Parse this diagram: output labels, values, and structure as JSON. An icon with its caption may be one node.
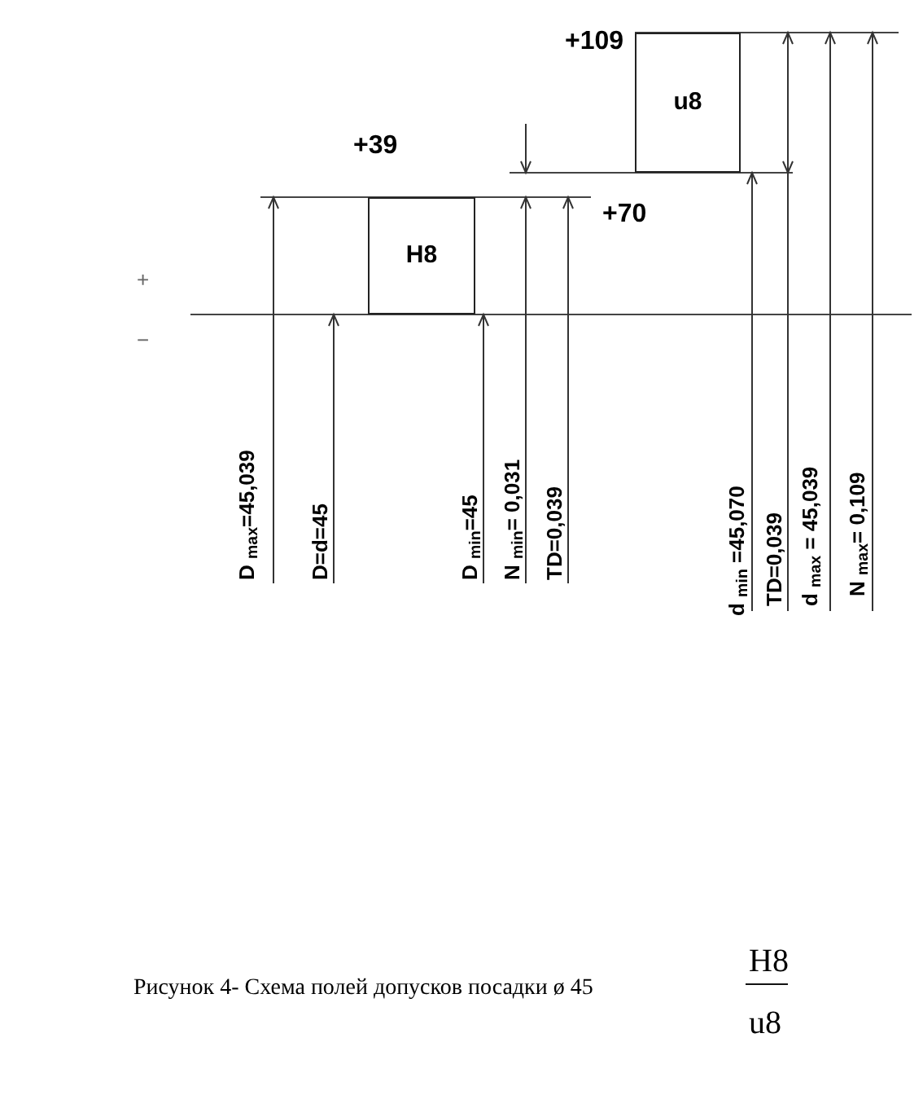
{
  "diagram": {
    "caption": "Рисунок 4- Схема полей допусков посадки ø 45",
    "nodes": [
      {
        "text": [
          "H8"
        ]
      },
      {
        "text": [
          "u8"
        ]
      }
    ],
    "labels": [
      "+109",
      "+39",
      "+70",
      "+",
      "−",
      "D $_{max}$=45,039",
      "D=d=45",
      "D $_{min}$=45",
      "N $_{min}$= 0,031",
      "TD=0,039",
      "d $_{min}$ =45,070",
      "TD=0,039",
      "d $_{max}$ = 45,039",
      "N $_{max}$= 0,109",
      "H8",
      "u8"
    ]
  }
}
